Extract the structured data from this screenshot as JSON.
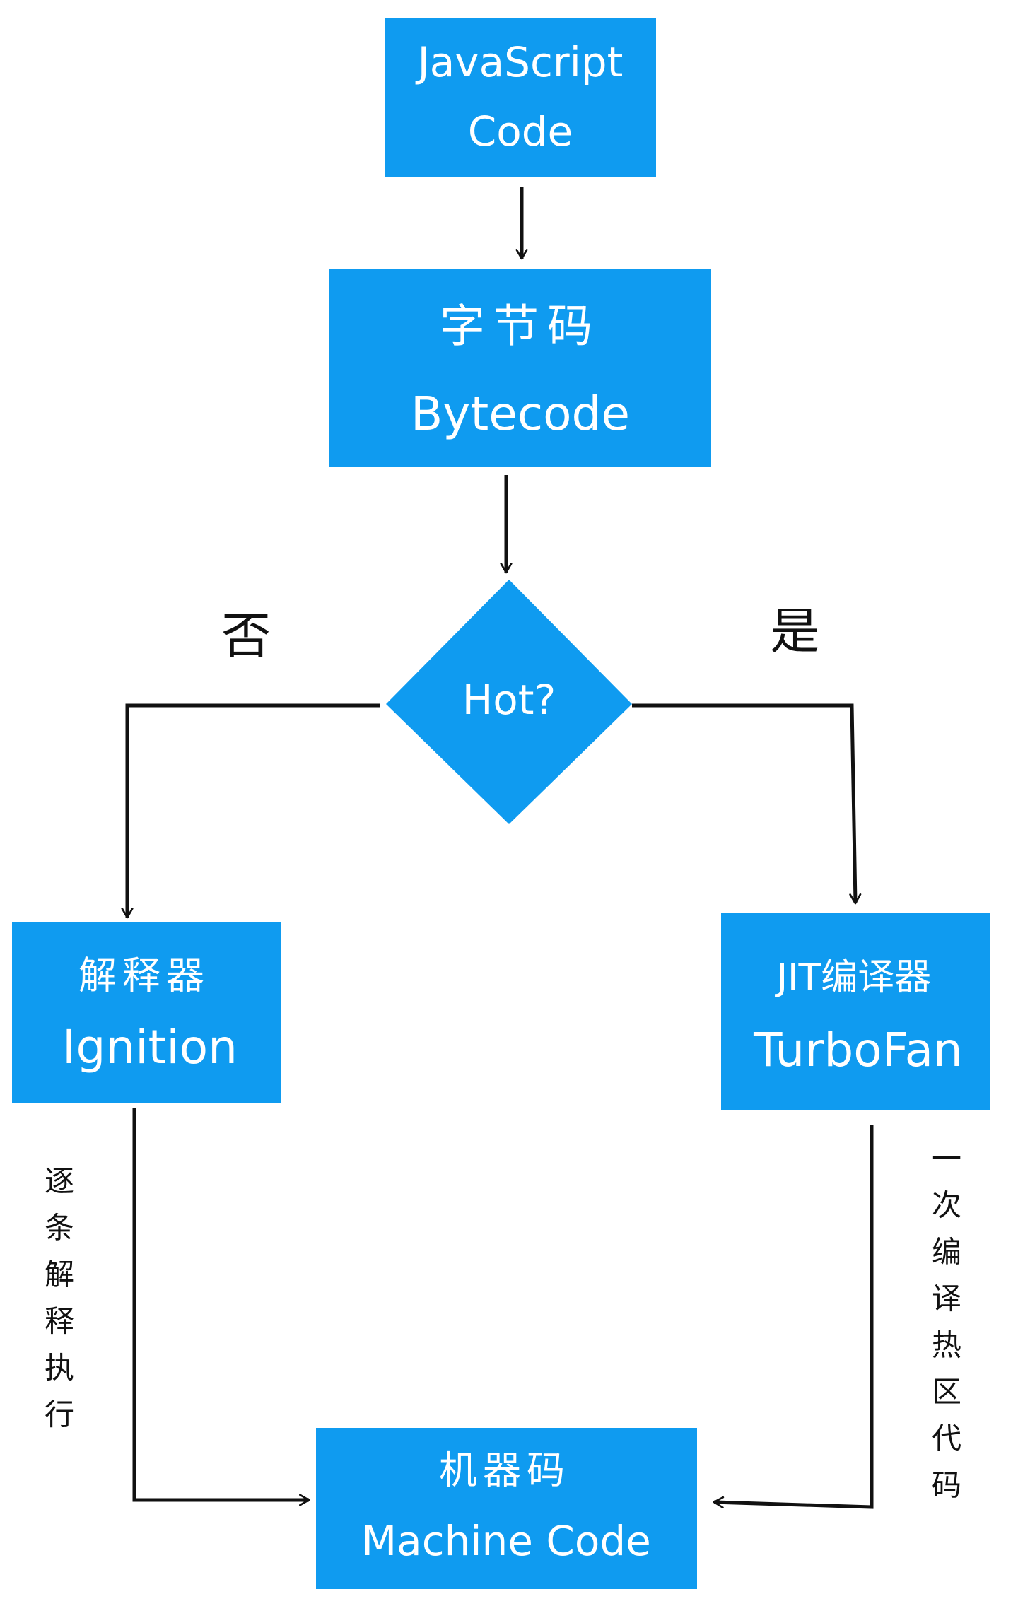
{
  "nodes": {
    "js_code": {
      "line1": "JavaScript",
      "line2": "Code"
    },
    "bytecode": {
      "line1": "字节码",
      "line2": "Bytecode"
    },
    "decision": {
      "label": "Hot?"
    },
    "interpreter": {
      "line1": "解释器",
      "line2": "Ignition"
    },
    "jit": {
      "line1": "JIT编译器",
      "line2": "TurboFan"
    },
    "machine_code": {
      "line1": "机器码",
      "line2": "Machine Code"
    }
  },
  "branches": {
    "no_label": "否",
    "yes_label": "是"
  },
  "side_notes": {
    "left": "逐条解释执行",
    "right": "一次编译热区代码"
  },
  "colors": {
    "box_fill": "#0f9bf0",
    "arrow": "#111111",
    "text_on_box": "#ffffff"
  }
}
